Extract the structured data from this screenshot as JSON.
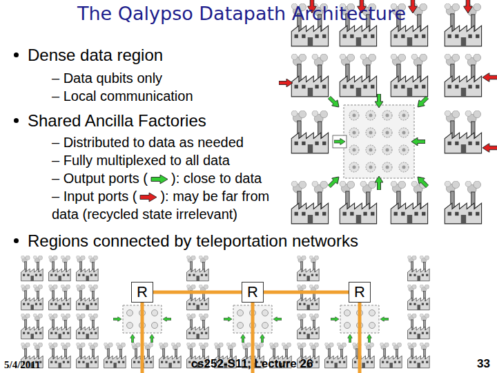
{
  "diagram": {
    "title": "The Qalypso Datapath Architecture",
    "nodes": [
      {
        "text": [
          "R"
        ]
      },
      {
        "text": [
          "R"
        ]
      },
      {
        "text": [
          "R"
        ]
      }
    ],
    "edges": [
      {
        "from": 0,
        "to": 1,
        "arrow": "none"
      },
      {
        "from": 1,
        "to": 2,
        "arrow": "none"
      }
    ],
    "labels": [
      "Dense data region",
      "– Data qubits only",
      "– Local communication",
      "Shared Ancilla Factories",
      "– Distributed to data as needed",
      "– Fully multiplexed to all data",
      "– Output ports (",
      "): close to data",
      "– Input ports (",
      "): may be far from data (recycled state irrelevant)",
      "Regions connected by teleportation networks",
      "5/4/2011",
      "cs252-S11, Lecture 26",
      "33"
    ]
  }
}
